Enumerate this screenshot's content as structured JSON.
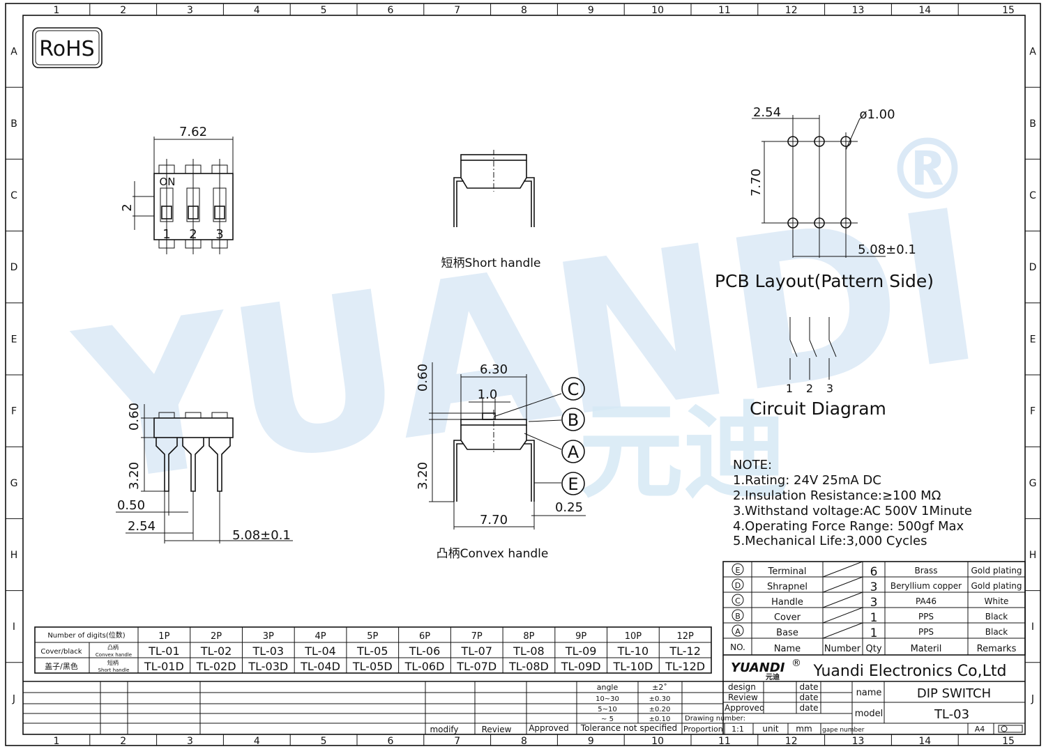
{
  "frame": {
    "columns": [
      "1",
      "2",
      "3",
      "4",
      "5",
      "6",
      "7",
      "8",
      "9",
      "10",
      "11",
      "12",
      "13",
      "14",
      "15"
    ],
    "rows": [
      "A",
      "B",
      "C",
      "D",
      "E",
      "F",
      "G",
      "H",
      "I",
      "J"
    ]
  },
  "rohs_label": "RoHS",
  "watermark": {
    "text": "YUANDI",
    "cn": "元迪",
    "registered": "®",
    "color": "#dbe9f6"
  },
  "top_view": {
    "width_dim": "7.62",
    "height_dim": "2",
    "on_label": "ON",
    "pins": [
      "1",
      "2",
      "3"
    ]
  },
  "short_handle_view": {
    "caption": "短柄Short  handle"
  },
  "pcb_layout": {
    "pitch_dim": "2.54",
    "hole_dim": "ø1.00",
    "row_dim": "7.70",
    "span_dim": "5.08±0.1",
    "caption": "PCB  Layout(Pattern  Side)"
  },
  "circuit": {
    "pins": [
      "1",
      "2",
      "3"
    ],
    "caption": "Circuit  Diagram"
  },
  "side_view": {
    "dim_top": "0.60",
    "dim_body": "3.20",
    "dim_pin_w": "0.50",
    "dim_pitch": "2.54",
    "dim_span": "5.08±0.1"
  },
  "convex_view": {
    "dim_width": "6.30",
    "dim_handle": "1.0",
    "dim_top": "0.60",
    "dim_body": "3.20",
    "dim_span": "7.70",
    "dim_pin": "0.25",
    "callouts": [
      "C",
      "B",
      "A",
      "E"
    ],
    "caption": "凸柄Convex  handle"
  },
  "notes": {
    "title": "NOTE:",
    "lines": [
      "1.Rating:  24V  25mA  DC",
      "2.Insulation  Resistance:≥100  MΩ",
      "3.Withstand  voltage:AC  500V  1Minute",
      "4.Operating  Force  Range:  500gf  Max",
      "5.Mechanical  Life:3,000  Cycles"
    ]
  },
  "bom": {
    "rows": [
      {
        "no": "E",
        "name": "Terminal",
        "qty": "6",
        "material": "Brass",
        "remarks": "Gold  plating"
      },
      {
        "no": "D",
        "name": "Shrapnel",
        "qty": "3",
        "material": "Beryllium  copper",
        "remarks": "Gold  plating"
      },
      {
        "no": "C",
        "name": "Handle",
        "qty": "3",
        "material": "PA46",
        "remarks": "White"
      },
      {
        "no": "B",
        "name": "Cover",
        "qty": "1",
        "material": "PPS",
        "remarks": "Black"
      },
      {
        "no": "A",
        "name": "Base",
        "qty": "1",
        "material": "PPS",
        "remarks": "Black"
      }
    ],
    "header": {
      "no": "NO.",
      "name": "Name",
      "number": "Number",
      "qty": "Qty",
      "material": "Materil",
      "remarks": "Remarks"
    }
  },
  "model_table": {
    "header_label": "Number of digits(位数)",
    "digits": [
      "1P",
      "2P",
      "3P",
      "4P",
      "5P",
      "6P",
      "7P",
      "8P",
      "9P",
      "10P",
      "12P"
    ],
    "row1_label_cn": "凸柄",
    "row1_label_en": "Cover/black",
    "row1_label_sub": "Convex handle",
    "row1": [
      "TL-01",
      "TL-02",
      "TL-03",
      "TL-04",
      "TL-05",
      "TL-06",
      "TL-07",
      "TL-08",
      "TL-09",
      "TL-10",
      "TL-12"
    ],
    "row2_label_cn": "短柄",
    "row2_label_en": "盖子/黑色",
    "row2_label_sub": "Short handle",
    "row2": [
      "TL-01D",
      "TL-02D",
      "TL-03D",
      "TL-04D",
      "TL-05D",
      "TL-06D",
      "TL-07D",
      "TL-08D",
      "TL-09D",
      "TL-10D",
      "TL-12D"
    ]
  },
  "title_block": {
    "logo": "YUANDI",
    "logo_cn": "元迪",
    "logo_reg": "®",
    "company": "Yuandi Electronics Co,Ltd",
    "design": "design",
    "review": "Review",
    "approved": "Approved",
    "date": "date",
    "drawing_number": "Drawing number:",
    "name_label": "name",
    "name_value": "DIP  SWITCH",
    "model_label": "model",
    "model_value": "TL-03",
    "proportion": "Proportion",
    "scale": "1:1",
    "unit": "unit",
    "mm": "mm",
    "gape_number": "gape number",
    "size": "A4",
    "modify": "modify",
    "review2": "Review",
    "approved2": "Approved",
    "tolerance": "Tolerance  not  specified",
    "tol_rows": [
      {
        "range": "angle",
        "tol": "±2˚"
      },
      {
        "range": "10~30",
        "tol": "±0.30"
      },
      {
        "range": "5~10",
        "tol": "±0.20"
      },
      {
        "range": "~ 5",
        "tol": "±0.10"
      }
    ]
  }
}
